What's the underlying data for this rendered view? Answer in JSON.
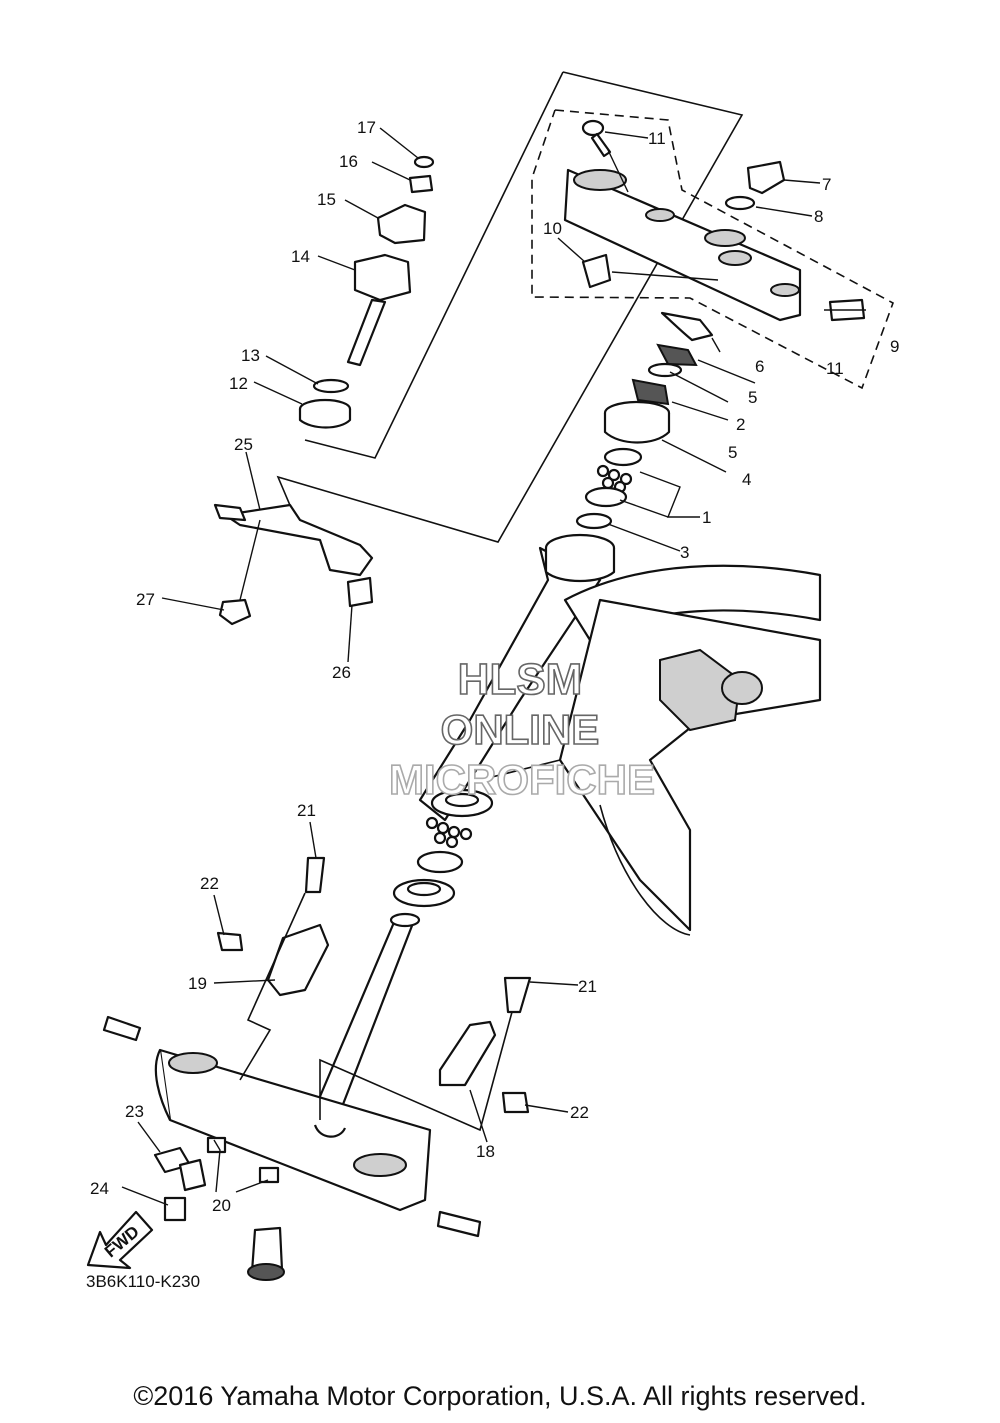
{
  "diagram": {
    "code": "3B6K110-K230",
    "copyright": "©2016 Yamaha Motor Corporation, U.S.A. All rights reserved.",
    "watermark": {
      "line1": "HLSM",
      "line2": "ONLINE",
      "line3": "MICROFICHE"
    },
    "fwd_label": "FWD",
    "callouts": {
      "c1": "1",
      "c2": "2",
      "c3": "3",
      "c4": "4",
      "c5a": "5",
      "c5b": "5",
      "c6": "6",
      "c7": "7",
      "c8": "8",
      "c9": "9",
      "c10": "10",
      "c11a": "11",
      "c11b": "11",
      "c12": "12",
      "c13": "13",
      "c14": "14",
      "c15": "15",
      "c16": "16",
      "c17": "17",
      "c18": "18",
      "c19": "19",
      "c20": "20",
      "c21a": "21",
      "c21b": "21",
      "c22a": "22",
      "c22b": "22",
      "c23": "23",
      "c24": "24",
      "c25": "25",
      "c26": "26",
      "c27": "27"
    }
  }
}
